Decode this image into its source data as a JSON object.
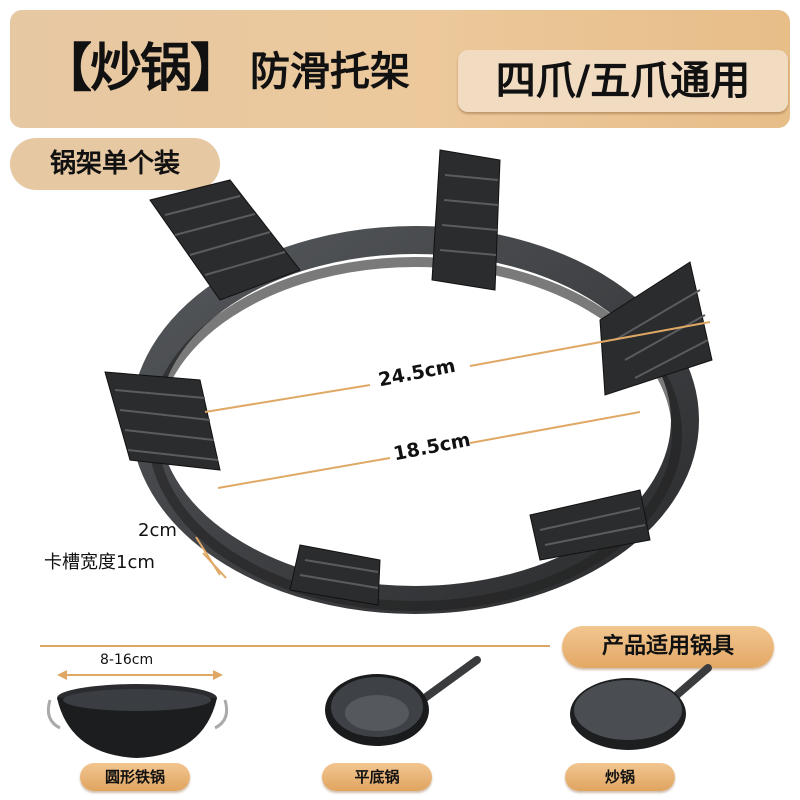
{
  "header": {
    "title": "【炒锅】",
    "subtitle": "防滑托架",
    "compatibility": "四爪/五爪通用"
  },
  "badge": {
    "package": "锅架单个装"
  },
  "dimensions": {
    "outer": "24.5cm",
    "inner": "18.5cm",
    "height": "2cm",
    "slot_width": "卡槽宽度1cm"
  },
  "applicable": {
    "title": "产品适用锅具",
    "size_range": "8-16cm",
    "cookware": [
      {
        "label": "圆形铁锅"
      },
      {
        "label": "平底锅"
      },
      {
        "label": "炒锅"
      }
    ]
  },
  "colors": {
    "banner": "#e6c8a3",
    "accent": "#dca66a",
    "rack": "#2e2f31"
  }
}
